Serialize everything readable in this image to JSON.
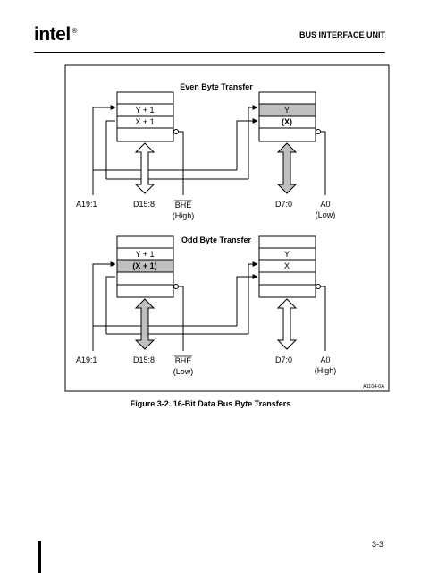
{
  "header": {
    "logo_text": "intel",
    "logo_mark": "®",
    "section_title": "BUS INTERFACE UNIT"
  },
  "diagram": {
    "even": {
      "title": "Even Byte Transfer",
      "left_rows": [
        "Y + 1",
        "X + 1"
      ],
      "right_rows": [
        "Y",
        "(X)"
      ],
      "signals": {
        "addr": "A19:1",
        "high_data": "D15:8",
        "bhe": "BHE",
        "bhe_state": "(High)",
        "low_data": "D7:0",
        "a0": "A0",
        "a0_state": "(Low)"
      },
      "active_bus": "D7:0"
    },
    "odd": {
      "title": "Odd Byte Transfer",
      "left_rows": [
        "Y + 1",
        "(X + 1)"
      ],
      "right_rows": [
        "Y",
        "X"
      ],
      "signals": {
        "addr": "A19:1",
        "high_data": "D15:8",
        "bhe": "BHE",
        "bhe_state": "(Low)",
        "low_data": "D7:0",
        "a0": "A0",
        "a0_state": "(High)"
      },
      "active_bus": "D15:8"
    },
    "figure_id": "A1104-0A",
    "highlight_color": "#bfbfbf"
  },
  "caption": "Figure 3-2.  16-Bit Data Bus Byte Transfers",
  "footer": {
    "page_number": "3-3"
  }
}
